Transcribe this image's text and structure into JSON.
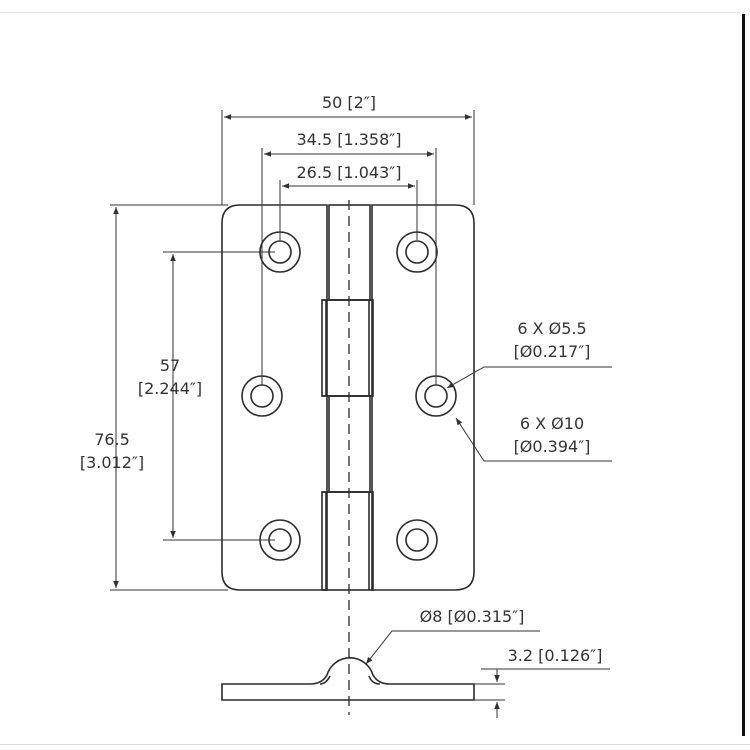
{
  "colors": {
    "line": "#2b2b2b",
    "dim": "#333333",
    "background": "#ffffff",
    "border": "#111111"
  },
  "dimensions": {
    "overall_width": "50 [2″]",
    "outer_hole_spacing": "34.5 [1.358″]",
    "inner_hole_spacing": "26.5 [1.043″]",
    "height_mm": "76.5",
    "height_in": "[3.012″]",
    "hole_pitch_mm": "57",
    "hole_pitch_in": "[2.244″]",
    "hole_small_count": "6 X Ø5.5",
    "hole_small_in": "[Ø0.217″]",
    "hole_large_count": "6 X Ø10",
    "hole_large_in": "[Ø0.394″]",
    "knuckle_diameter": "Ø8 [Ø0.315″]",
    "thickness": "3.2 [0.126″]"
  }
}
